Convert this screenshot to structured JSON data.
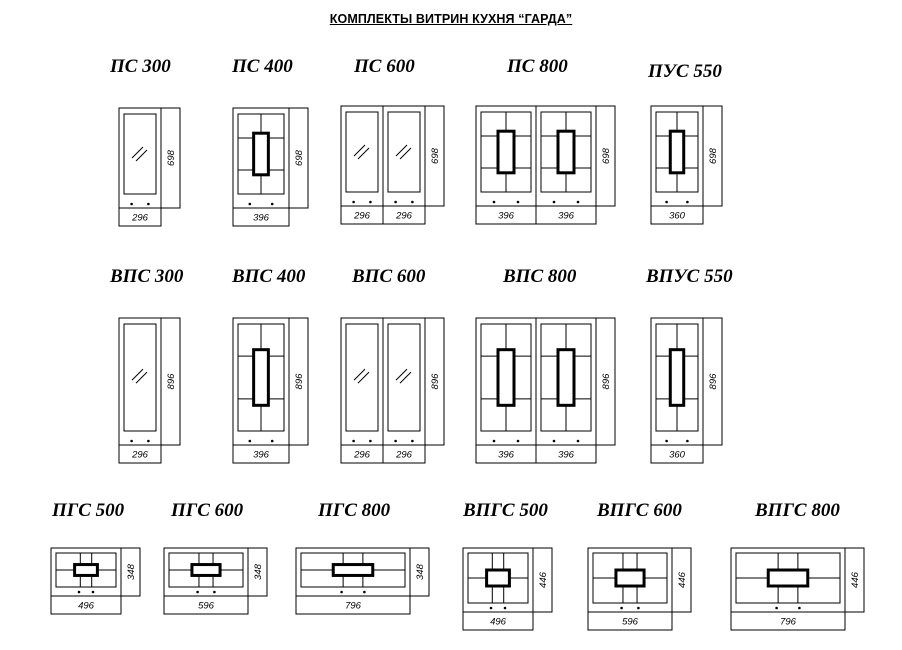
{
  "title": "КОМПЛЕКТЫ ВИТРИН КУХНЯ “ГАРДА”",
  "units": [
    {
      "label": "ПС 300",
      "orient": "v",
      "kind": "glass",
      "doors": 1,
      "widths": [
        "296"
      ],
      "height": "698"
    },
    {
      "label": "ПС 400",
      "orient": "v",
      "kind": "grid",
      "doors": 1,
      "widths": [
        "396"
      ],
      "height": "698"
    },
    {
      "label": "ПС 600",
      "orient": "v",
      "kind": "glass",
      "doors": 2,
      "widths": [
        "296",
        "296"
      ],
      "height": "698"
    },
    {
      "label": "ПС 800",
      "orient": "v",
      "kind": "grid",
      "doors": 2,
      "widths": [
        "396",
        "396"
      ],
      "height": "698"
    },
    {
      "label": "ПУС 550",
      "orient": "v",
      "kind": "grid",
      "doors": 1,
      "widths": [
        "360"
      ],
      "height": "698"
    },
    {
      "label": "ВПС 300",
      "orient": "v",
      "kind": "glass",
      "doors": 1,
      "widths": [
        "296"
      ],
      "height": "896"
    },
    {
      "label": "ВПС 400",
      "orient": "v",
      "kind": "grid",
      "doors": 1,
      "widths": [
        "396"
      ],
      "height": "896"
    },
    {
      "label": "ВПС 600",
      "orient": "v",
      "kind": "glass",
      "doors": 2,
      "widths": [
        "296",
        "296"
      ],
      "height": "896"
    },
    {
      "label": "ВПС 800",
      "orient": "v",
      "kind": "grid",
      "doors": 2,
      "widths": [
        "396",
        "396"
      ],
      "height": "896"
    },
    {
      "label": "ВПУС 550",
      "orient": "v",
      "kind": "grid",
      "doors": 1,
      "widths": [
        "360"
      ],
      "height": "896"
    },
    {
      "label": "ПГС 500",
      "orient": "h",
      "kind": "grid",
      "doors": 1,
      "widths": [
        "496"
      ],
      "height": "348"
    },
    {
      "label": "ПГС 600",
      "orient": "h",
      "kind": "grid",
      "doors": 1,
      "widths": [
        "596"
      ],
      "height": "348"
    },
    {
      "label": "ПГС 800",
      "orient": "h",
      "kind": "grid",
      "doors": 1,
      "widths": [
        "796"
      ],
      "height": "348"
    },
    {
      "label": "ВПГС 500",
      "orient": "h",
      "kind": "grid",
      "doors": 1,
      "widths": [
        "496"
      ],
      "height": "446"
    },
    {
      "label": "ВПГС 600",
      "orient": "h",
      "kind": "grid",
      "doors": 1,
      "widths": [
        "596"
      ],
      "height": "446"
    },
    {
      "label": "ВПГС 800",
      "orient": "h",
      "kind": "grid",
      "doors": 1,
      "widths": [
        "796"
      ],
      "height": "446"
    }
  ]
}
